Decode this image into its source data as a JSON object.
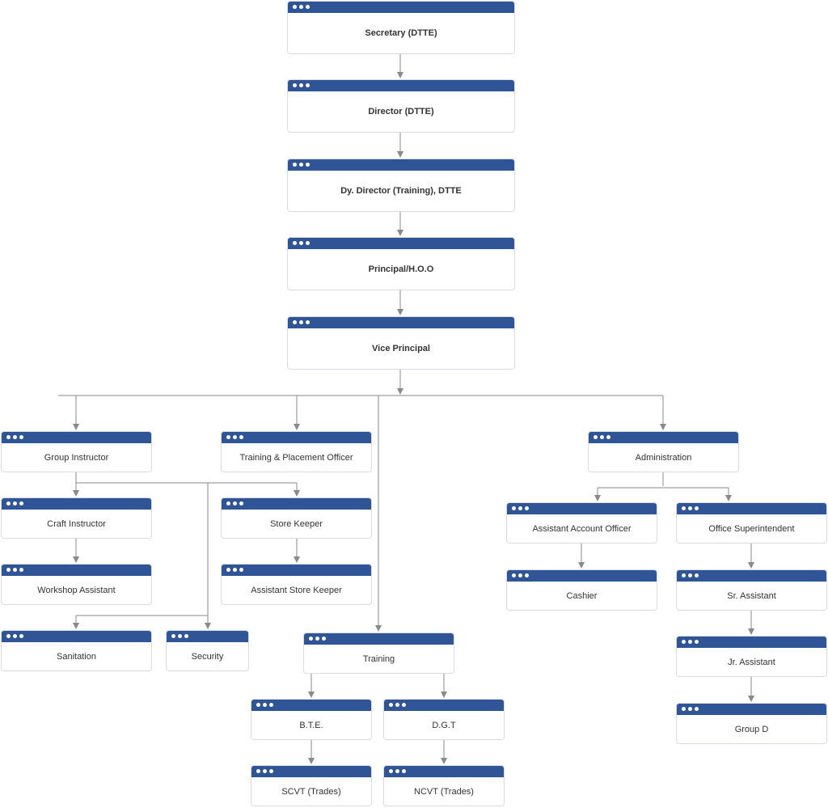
{
  "chart_data": {
    "type": "diagram",
    "nodes": [
      {
        "id": "secretary",
        "label": "Secretary (DTTE)",
        "bold": true
      },
      {
        "id": "director",
        "label": "Director (DTTE)",
        "bold": true
      },
      {
        "id": "dy_director",
        "label": "Dy. Director (Training), DTTE",
        "bold": true
      },
      {
        "id": "principal",
        "label": "Principal/H.O.O",
        "bold": true
      },
      {
        "id": "vice_principal",
        "label": "Vice Principal",
        "bold": true
      },
      {
        "id": "group_instructor",
        "label": "Group Instructor"
      },
      {
        "id": "training_placement",
        "label": "Training & Placement Officer"
      },
      {
        "id": "administration",
        "label": "Administration"
      },
      {
        "id": "craft_instructor",
        "label": "Craft Instructor"
      },
      {
        "id": "store_keeper",
        "label": "Store Keeper"
      },
      {
        "id": "workshop_assistant",
        "label": "Workshop Assistant"
      },
      {
        "id": "asst_store_keeper",
        "label": "Assistant Store Keeper"
      },
      {
        "id": "sanitation",
        "label": "Sanitation"
      },
      {
        "id": "security",
        "label": "Security"
      },
      {
        "id": "training",
        "label": "Training"
      },
      {
        "id": "bte",
        "label": "B.T.E."
      },
      {
        "id": "dgt",
        "label": "D.G.T"
      },
      {
        "id": "scvt",
        "label": "SCVT (Trades)"
      },
      {
        "id": "ncvt",
        "label": "NCVT (Trades)"
      },
      {
        "id": "asst_account_officer",
        "label": "Assistant Account Officer"
      },
      {
        "id": "office_superintendent",
        "label": "Office Superintendent"
      },
      {
        "id": "cashier",
        "label": "Cashier"
      },
      {
        "id": "sr_assistant",
        "label": "Sr. Assistant"
      },
      {
        "id": "jr_assistant",
        "label": "Jr. Assistant"
      },
      {
        "id": "group_d",
        "label": "Group D"
      }
    ],
    "edges": [
      [
        "secretary",
        "director"
      ],
      [
        "director",
        "dy_director"
      ],
      [
        "dy_director",
        "principal"
      ],
      [
        "principal",
        "vice_principal"
      ],
      [
        "vice_principal",
        "group_instructor"
      ],
      [
        "vice_principal",
        "training_placement"
      ],
      [
        "vice_principal",
        "training"
      ],
      [
        "vice_principal",
        "administration"
      ],
      [
        "group_instructor",
        "craft_instructor"
      ],
      [
        "group_instructor",
        "store_keeper"
      ],
      [
        "group_instructor",
        "sanitation"
      ],
      [
        "group_instructor",
        "security"
      ],
      [
        "craft_instructor",
        "workshop_assistant"
      ],
      [
        "store_keeper",
        "asst_store_keeper"
      ],
      [
        "training",
        "bte"
      ],
      [
        "training",
        "dgt"
      ],
      [
        "bte",
        "scvt"
      ],
      [
        "dgt",
        "ncvt"
      ],
      [
        "administration",
        "asst_account_officer"
      ],
      [
        "administration",
        "office_superintendent"
      ],
      [
        "asst_account_officer",
        "cashier"
      ],
      [
        "office_superintendent",
        "sr_assistant"
      ],
      [
        "sr_assistant",
        "jr_assistant"
      ],
      [
        "jr_assistant",
        "group_d"
      ]
    ]
  }
}
